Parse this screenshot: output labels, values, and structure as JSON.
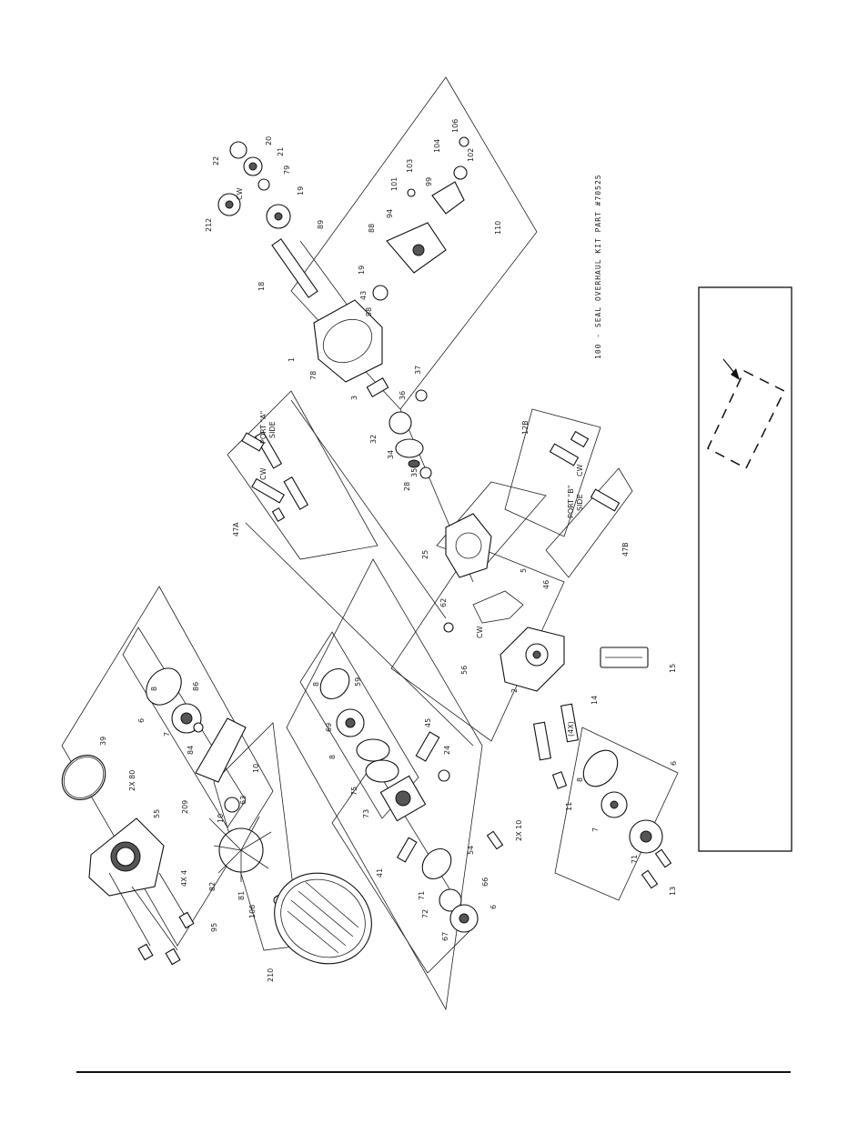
{
  "labels": {
    "l39": "39",
    "l2x80": "2X 80",
    "l55": "55",
    "l4x4": "4X 4",
    "l95": "95",
    "l210": "210",
    "l8a": "8",
    "l6a": "6",
    "l86": "86",
    "l7a": "7",
    "l84": "84",
    "l209": "209",
    "l10a": "10",
    "l10b": "10",
    "l63": "63",
    "l81": "81",
    "l106a": "106",
    "l82": "82",
    "l8b": "8",
    "l69": "69",
    "l59": "59",
    "l8c": "8",
    "l75": "75",
    "l73": "73",
    "l45": "45",
    "l24": "24",
    "l41": "41",
    "l54": "54",
    "l71a": "71",
    "l72": "72",
    "l67": "67",
    "l66a": "66",
    "l6b": "6",
    "l2x10": "2X 10",
    "l22": "22",
    "l20": "20",
    "l21": "21",
    "l79": "79",
    "l212": "212",
    "l19a": "19",
    "l89": "89",
    "l18": "18",
    "l1": "1",
    "l78": "78",
    "l3": "3",
    "l37": "37",
    "l36": "36",
    "l32": "32",
    "l34": "34",
    "l35": "35",
    "l28": "28",
    "l25": "25",
    "l5": "5",
    "l46": "46",
    "l62": "62",
    "l56": "56",
    "l2": "2",
    "l15": "15",
    "l4x": "(4X)",
    "l14": "14",
    "l11": "11",
    "l8d": "8",
    "l7b": "7",
    "l6c": "6",
    "l71b": "71",
    "l13": "13",
    "l47a": "47A",
    "l47b": "47B",
    "l12b": "12B",
    "l106b": "106",
    "l104": "104",
    "l102": "102",
    "l103": "103",
    "l101": "101",
    "l99": "99",
    "l94": "94",
    "l88": "88",
    "l19b": "19",
    "l43": "43",
    "l98": "98",
    "l110": "110",
    "portA": "PORT \"A\"",
    "sideA": "SIDE",
    "portB": "PORT \"B\"",
    "sideB": "SIDE",
    "cwA": "CW",
    "cwB": "CW",
    "cwC": "CW",
    "cwD": "CW"
  },
  "footnote": "100 - SEAL OVERHAUL KIT  PART #70525"
}
